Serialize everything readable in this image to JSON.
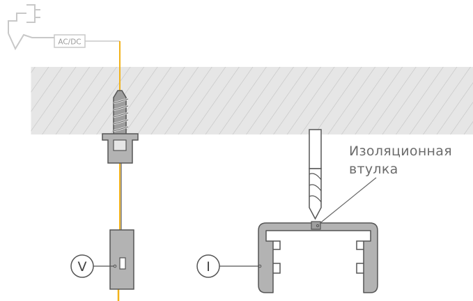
{
  "power_supply_label": "AC/DC",
  "callout": {
    "line1": "Изоляционная",
    "line2": "втулка"
  },
  "markers": {
    "left": "V",
    "right": "I"
  },
  "colors": {
    "wire": "#f2b21a",
    "outline": "#555555",
    "fill_gray": "#b3b3b3",
    "ceiling_fill": "#e6e6e6",
    "hatch": "#bdbdbd",
    "plug_outline": "#c8c8c8"
  }
}
